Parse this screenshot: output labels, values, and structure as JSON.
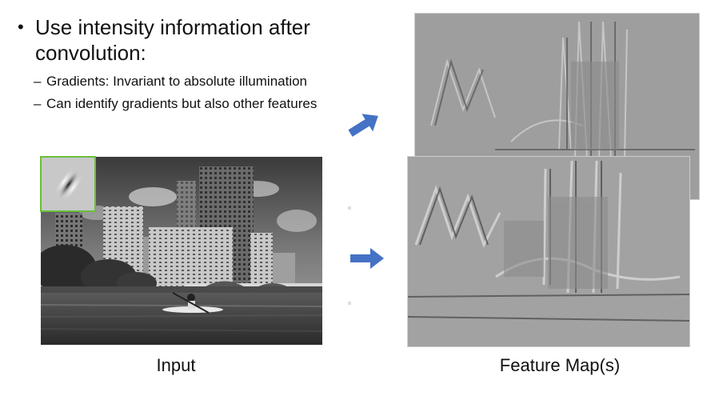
{
  "bullets": {
    "main": "Use intensity information after convolution:",
    "sub": [
      "Gradients: Invariant to absolute illumination",
      "Can identify gradients but also other features"
    ]
  },
  "captions": {
    "input": "Input",
    "feature_maps": "Feature Map(s)"
  },
  "colors": {
    "arrow": "#4472c4",
    "kernel_border": "#6abf3c"
  },
  "icons": {
    "arrow": "right-arrow-icon"
  }
}
